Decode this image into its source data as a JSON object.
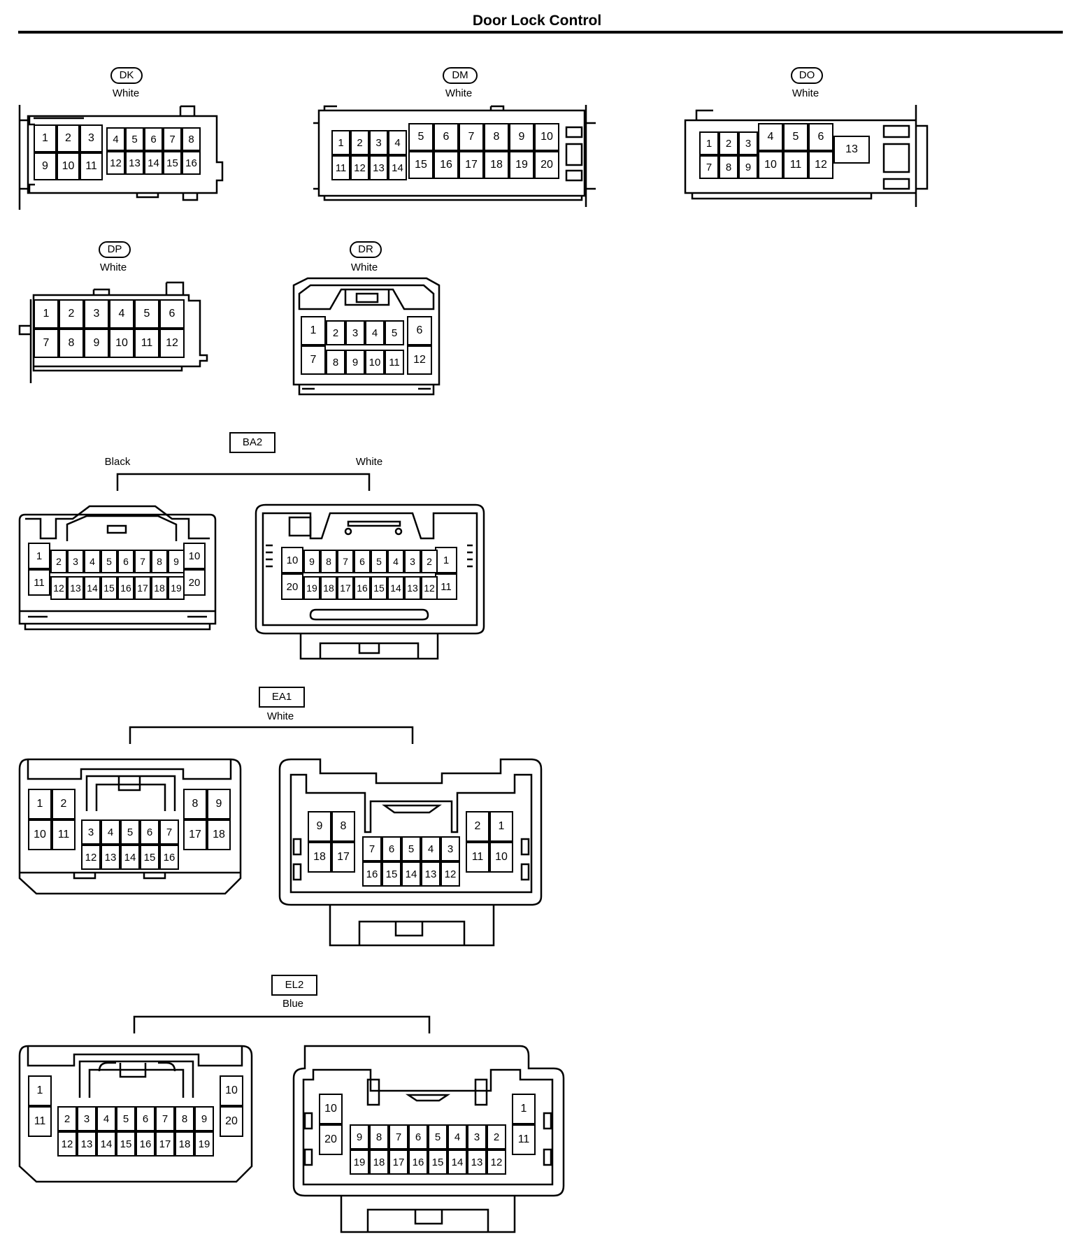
{
  "page_title": "Door Lock Control",
  "connectors": [
    {
      "code": "DK",
      "color": "White",
      "rows": [
        [
          "1",
          "2",
          "3",
          "4",
          "5",
          "6",
          "7",
          "8"
        ],
        [
          "9",
          "10",
          "11",
          "12",
          "13",
          "14",
          "15",
          "16"
        ]
      ]
    },
    {
      "code": "DM",
      "color": "White",
      "rows": [
        [
          "1",
          "2",
          "3",
          "4",
          "5",
          "6",
          "7",
          "8",
          "9",
          "10"
        ],
        [
          "11",
          "12",
          "13",
          "14",
          "15",
          "16",
          "17",
          "18",
          "19",
          "20"
        ]
      ]
    },
    {
      "code": "DO",
      "color": "White",
      "rows": [
        [
          "1",
          "2",
          "3",
          "4",
          "5",
          "6",
          "13"
        ],
        [
          "7",
          "8",
          "9",
          "10",
          "11",
          "12"
        ]
      ]
    },
    {
      "code": "DP",
      "color": "White",
      "rows": [
        [
          "1",
          "2",
          "3",
          "4",
          "5",
          "6"
        ],
        [
          "7",
          "8",
          "9",
          "10",
          "11",
          "12"
        ]
      ]
    },
    {
      "code": "DR",
      "color": "White",
      "rows": [
        [
          "1",
          "2",
          "3",
          "4",
          "5",
          "6"
        ],
        [
          "7",
          "8",
          "9",
          "10",
          "11",
          "12"
        ]
      ]
    }
  ],
  "pairs": [
    {
      "code": "BA2",
      "left_color": "Black",
      "right_color": "White",
      "left_rows": [
        [
          "1",
          "2",
          "3",
          "4",
          "5",
          "6",
          "7",
          "8",
          "9",
          "10"
        ],
        [
          "11",
          "12",
          "13",
          "14",
          "15",
          "16",
          "17",
          "18",
          "19",
          "20"
        ]
      ],
      "right_rows": [
        [
          "10",
          "9",
          "8",
          "7",
          "6",
          "5",
          "4",
          "3",
          "2",
          "1"
        ],
        [
          "20",
          "19",
          "18",
          "17",
          "16",
          "15",
          "14",
          "13",
          "12",
          "11"
        ]
      ]
    },
    {
      "code": "EA1",
      "color": "White",
      "left_rows": [
        [
          "1",
          "2",
          "8",
          "9"
        ],
        [
          "10",
          "11",
          "17",
          "18"
        ],
        [
          "3",
          "4",
          "5",
          "6",
          "7"
        ],
        [
          "12",
          "13",
          "14",
          "15",
          "16"
        ]
      ],
      "right_rows": [
        [
          "9",
          "8",
          "2",
          "1"
        ],
        [
          "18",
          "17",
          "11",
          "10"
        ],
        [
          "7",
          "6",
          "5",
          "4",
          "3"
        ],
        [
          "16",
          "15",
          "14",
          "13",
          "12"
        ]
      ]
    },
    {
      "code": "EL2",
      "color": "Blue",
      "left_rows": [
        [
          "1",
          "10"
        ],
        [
          "11",
          "20"
        ],
        [
          "2",
          "3",
          "4",
          "5",
          "6",
          "7",
          "8",
          "9"
        ],
        [
          "12",
          "13",
          "14",
          "15",
          "16",
          "17",
          "18",
          "19"
        ]
      ],
      "right_rows": [
        [
          "10",
          "1"
        ],
        [
          "20",
          "11"
        ],
        [
          "9",
          "8",
          "7",
          "6",
          "5",
          "4",
          "3",
          "2"
        ],
        [
          "19",
          "18",
          "17",
          "16",
          "15",
          "14",
          "13",
          "12"
        ]
      ]
    }
  ]
}
